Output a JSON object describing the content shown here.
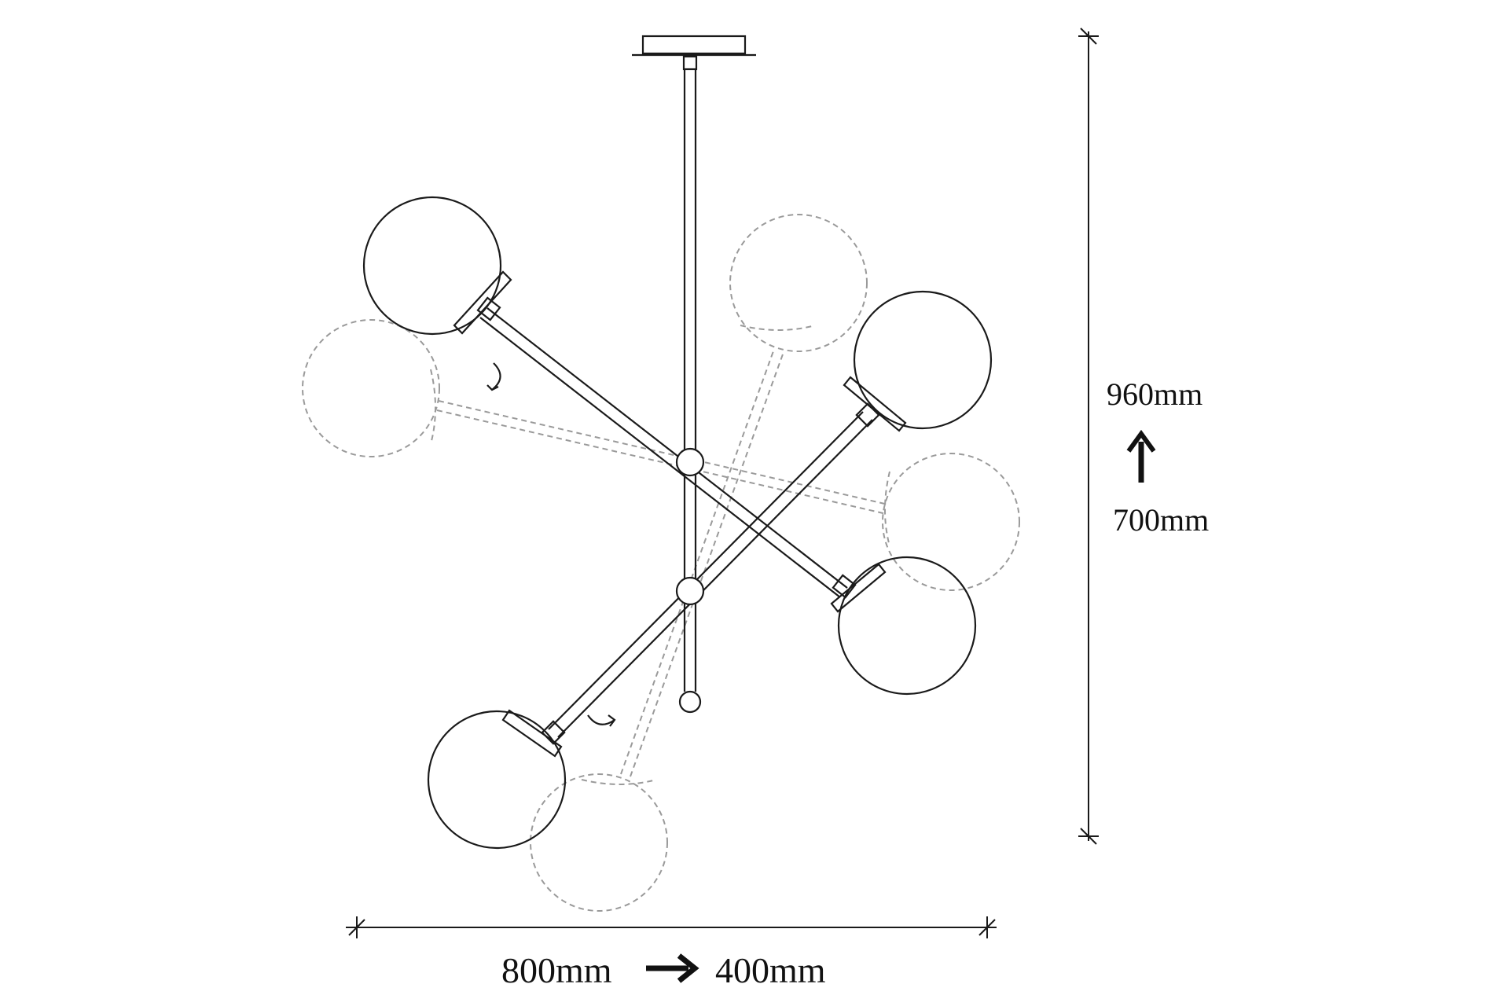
{
  "dimensions": {
    "height_max": "960mm",
    "height_min": "700mm",
    "width_max": "800mm",
    "width_min": "400mm"
  },
  "colors": {
    "line": "#1a1a1a",
    "ghost_line": "#9a9a9a",
    "background": "#ffffff"
  },
  "icons": {
    "height_arrow": "arrow-up-icon",
    "width_arrow": "arrow-right-icon",
    "rotate_arrows": "rotate-arrow-icon"
  }
}
